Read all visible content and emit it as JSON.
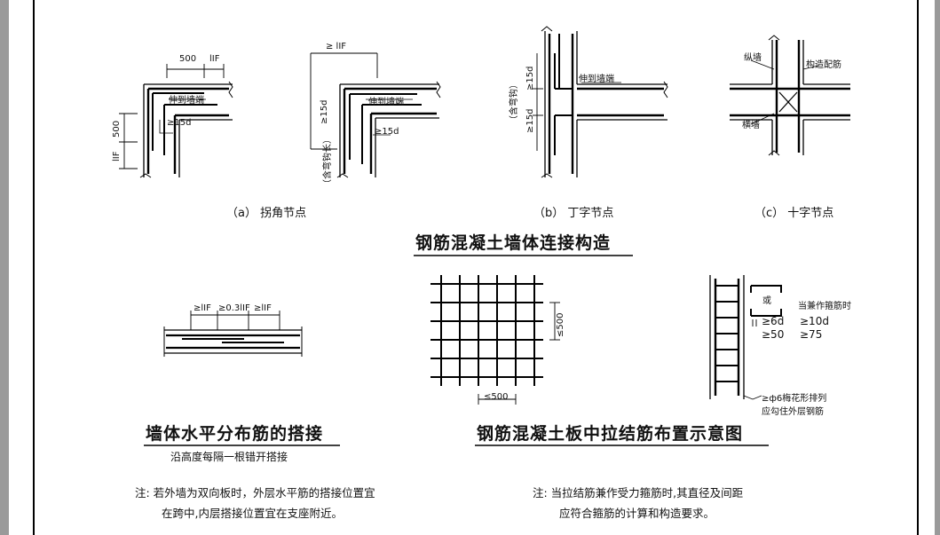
{
  "labels": {
    "corner_top_dim": "500",
    "corner_top_lif": "lIF",
    "corner_left_dim": "500",
    "corner_left_lif": "lIF",
    "extend_to_end": "伸到墙端",
    "ge15d": "≥15d",
    "ge_lif": "≥ lIF",
    "incl_hook": "（含弯钩长）",
    "incl_hook_short": "（含弯钩）",
    "zongqiang": "纵墙",
    "gouzaojin": "构造配筋",
    "hengqiang": "横墙",
    "lap_lif1": "≥lIF",
    "lap_03lif": "≥0.3lIF",
    "lap_lif2": "≥lIF",
    "grid_le500_v": "≤500",
    "grid_le500_h": "≤500",
    "or": "或",
    "stirrup_title": "当兼作箍筋时",
    "ge6d": "≥6d",
    "ge10d": "≥10d",
    "ge50": "≥50",
    "ge75": "≥75",
    "phi6_note": "≥ф6梅花形排列",
    "hook_note": "应勾住外层钢筋"
  },
  "captions": {
    "a": "（a） 拐角节点",
    "b": "（b） 丁字节点",
    "c": "（c） 十字节点"
  },
  "titles": {
    "wall_connection": "钢筋混凝土墙体连接构造",
    "horizontal_lap": "墙体水平分布筋的搭接",
    "horizontal_lap_sub": "沿高度每隔一根错开搭接",
    "tie_layout": "钢筋混凝土板中拉结筋布置示意图"
  },
  "notes": {
    "left_line1": "注:  若外墙为双向板时，外层水平筋的搭接位置宜",
    "left_line2": "在跨中,内层搭接位置宜在支座附近。",
    "right_line1": "注:  当拉结筋兼作受力箍筋时,其直径及间距",
    "right_line2": "应符合箍筋的计算和构造要求。"
  }
}
